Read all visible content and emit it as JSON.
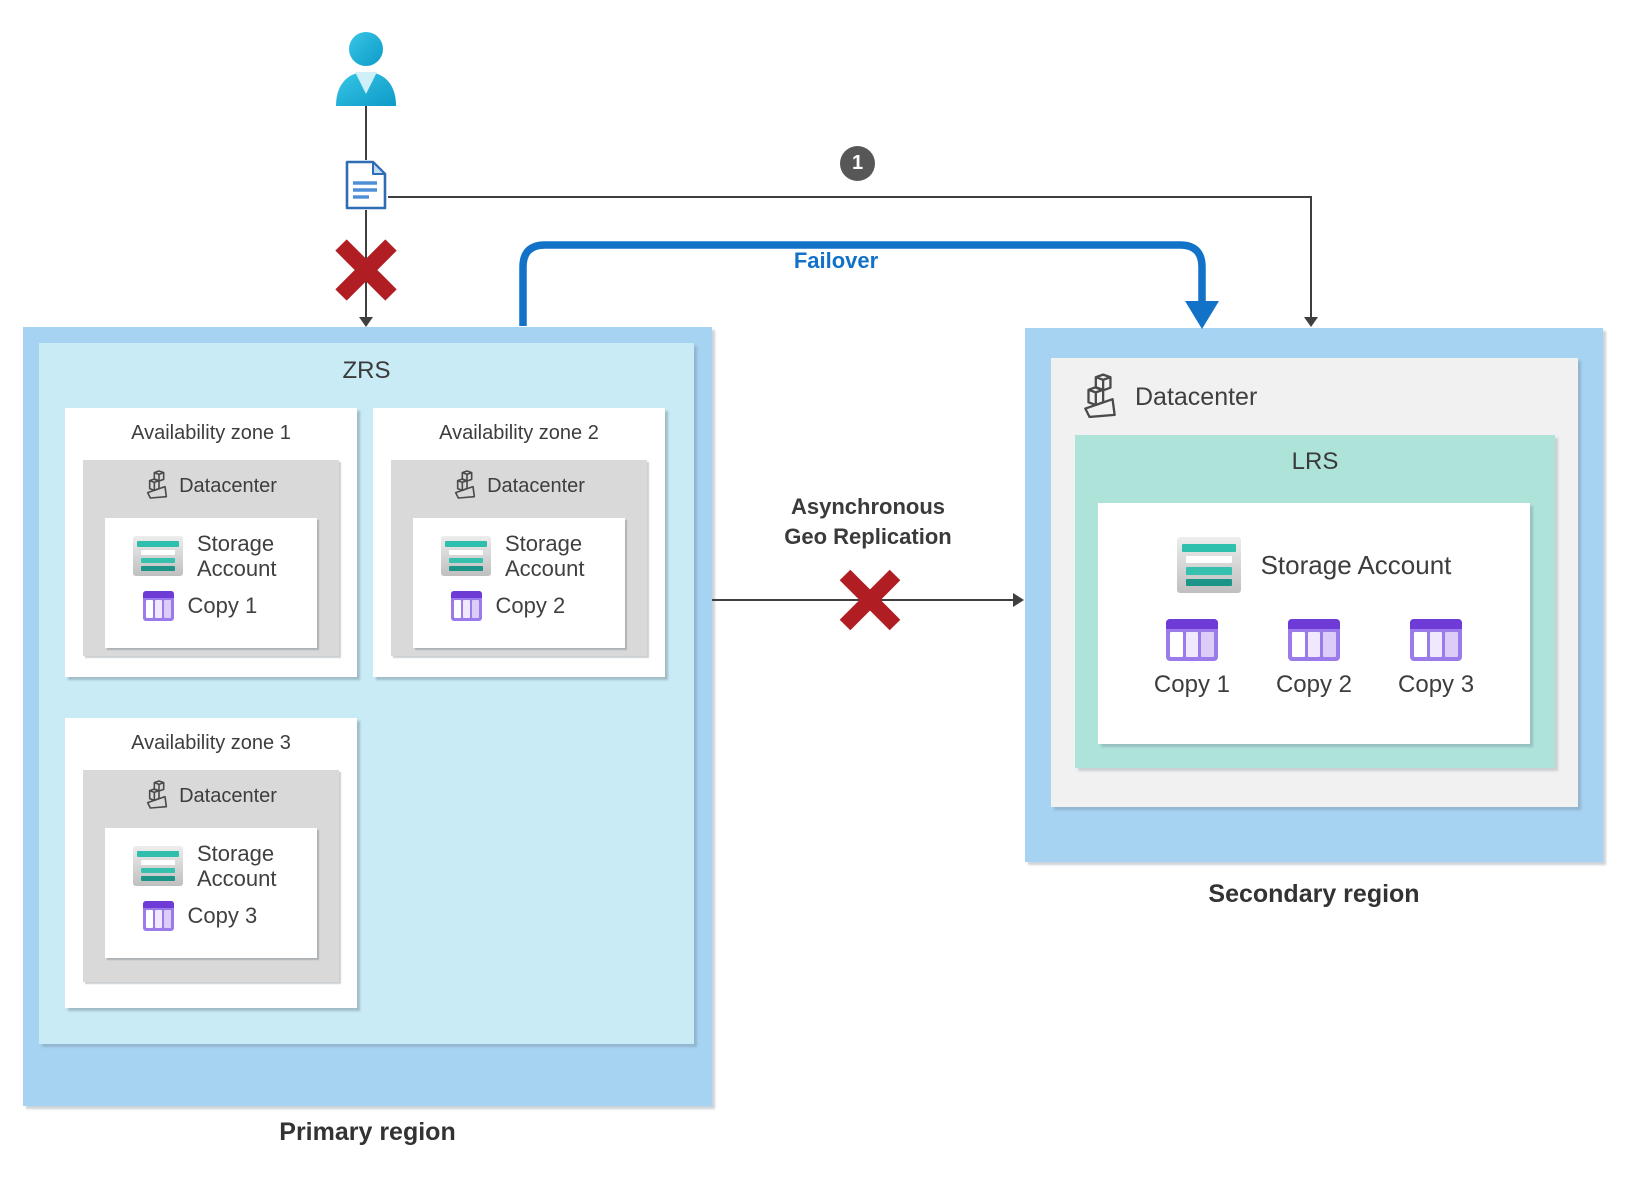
{
  "colors": {
    "region_fill": "#A6D3F2",
    "zrs_fill": "#C9EBF6",
    "lrs_fill": "#AEE3DA",
    "zone_datacenter_fill": "#D9D9D9",
    "secondary_datacenter_fill": "#F1F1F1",
    "failover_blue": "#1272C8",
    "error_red": "#B01E24",
    "connector_gray": "#3F3F3F",
    "storage_teal": "#2FBFAD",
    "storage_teal_dark": "#1C9488",
    "copy_purple": "#9B7BEA",
    "copy_purple_dark": "#6F3BD6",
    "person_cyan": "#1FABD4"
  },
  "flow": {
    "step_badge": "1",
    "failover_label": "Failover",
    "replication_line1": "Asynchronous",
    "replication_line2": "Geo Replication"
  },
  "primary": {
    "title": "ZRS",
    "region_label": "Primary region",
    "zones": [
      {
        "title": "Availability zone 1",
        "datacenter": "Datacenter",
        "storage": "Storage Account",
        "copy": "Copy 1"
      },
      {
        "title": "Availability zone 2",
        "datacenter": "Datacenter",
        "storage": "Storage Account",
        "copy": "Copy 2"
      },
      {
        "title": "Availability zone 3",
        "datacenter": "Datacenter",
        "storage": "Storage Account",
        "copy": "Copy 3"
      }
    ]
  },
  "secondary": {
    "region_label": "Secondary region",
    "datacenter": "Datacenter",
    "title": "LRS",
    "storage": "Storage Account",
    "copies": [
      "Copy 1",
      "Copy 2",
      "Copy 3"
    ]
  }
}
